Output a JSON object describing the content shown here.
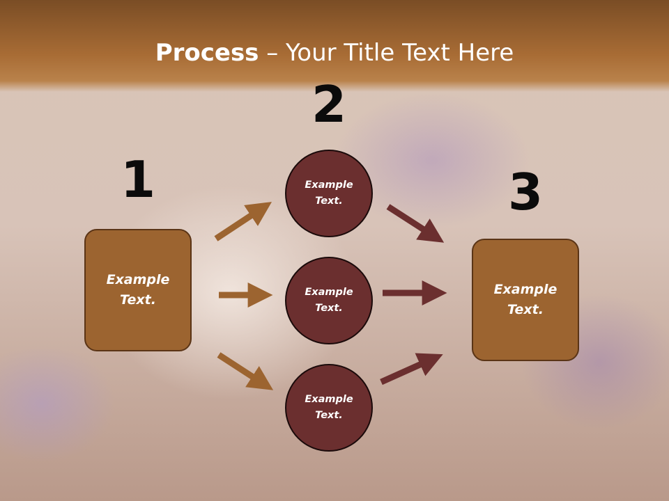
{
  "title": {
    "bold": "Process",
    "rest": " – Your Title Text Here"
  },
  "steps": [
    {
      "number": "1",
      "label": "Example\nText."
    },
    {
      "number": "2",
      "label": "Example\nText."
    },
    {
      "number": "3",
      "label": "Example\nText."
    }
  ],
  "circles": [
    {
      "label": "Example\nText."
    },
    {
      "label": "Example\nText."
    },
    {
      "label": "Example\nText."
    }
  ],
  "colors": {
    "header": "#a86c35",
    "box_fill": "#9c6430",
    "circle_fill": "#6b2f2f",
    "arrow_in": "#9c6430",
    "arrow_out": "#6b2f2f"
  }
}
